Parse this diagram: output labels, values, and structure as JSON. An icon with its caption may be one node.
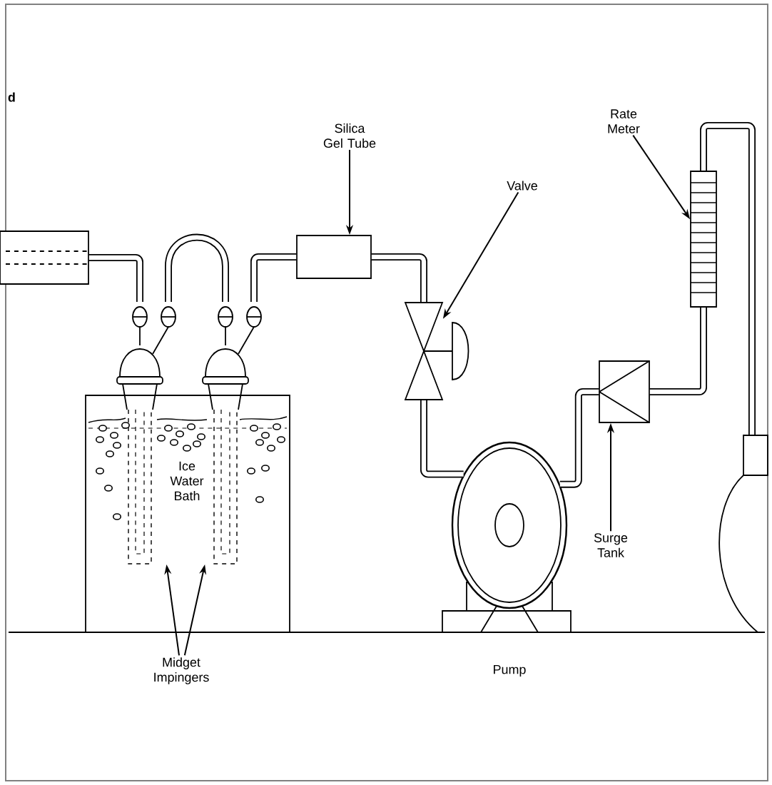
{
  "diagram": {
    "nodes": [
      {
        "text": [
          "Silica Gel Tube"
        ]
      },
      {
        "text": [],
        "shape": "box"
      },
      {
        "text": [
          "Valve"
        ]
      },
      {
        "text": [],
        "shape": "valve"
      },
      {
        "text": [
          "Rate Meter"
        ]
      },
      {
        "text": [],
        "shape": "gauge"
      },
      {
        "text": [],
        "shape": "box"
      },
      {
        "text": [],
        "shape": "flask"
      },
      {
        "text": [],
        "shape": "flask"
      },
      {
        "text": [
          "Ice Water Bath"
        ]
      },
      {
        "text": [
          "Midget Impingers"
        ]
      },
      {
        "text": [
          "Surge Tank"
        ]
      },
      {
        "text": [],
        "shape": "box"
      },
      {
        "text": [],
        "shape": "pump",
        "beside": [
          "Pump"
        ]
      },
      {
        "text": [],
        "shape": "meter"
      }
    ],
    "edges": [
      {
        "from": 0,
        "to": 1,
        "arrow": "to"
      },
      {
        "from": 2,
        "to": 3,
        "arrow": "to"
      },
      {
        "from": 4,
        "to": 5,
        "arrow": "to"
      },
      {
        "from": 10,
        "to": 7,
        "arrow": "to"
      },
      {
        "from": 10,
        "to": 8,
        "arrow": "to"
      },
      {
        "from": 11,
        "to": 12,
        "arrow": "to"
      },
      {
        "from": 6,
        "to": 7,
        "arrow": "none"
      },
      {
        "from": 7,
        "to": 8,
        "arrow": "none"
      },
      {
        "from": 8,
        "to": 1,
        "arrow": "none"
      },
      {
        "from": 1,
        "to": 3,
        "arrow": "none"
      },
      {
        "from": 3,
        "to": 13,
        "arrow": "none"
      },
      {
        "from": 13,
        "to": 12,
        "arrow": "none"
      },
      {
        "from": 12,
        "to": 5,
        "arrow": "none"
      },
      {
        "from": 5,
        "to": 14,
        "arrow": "none"
      }
    ],
    "labels": [
      "d"
    ]
  }
}
